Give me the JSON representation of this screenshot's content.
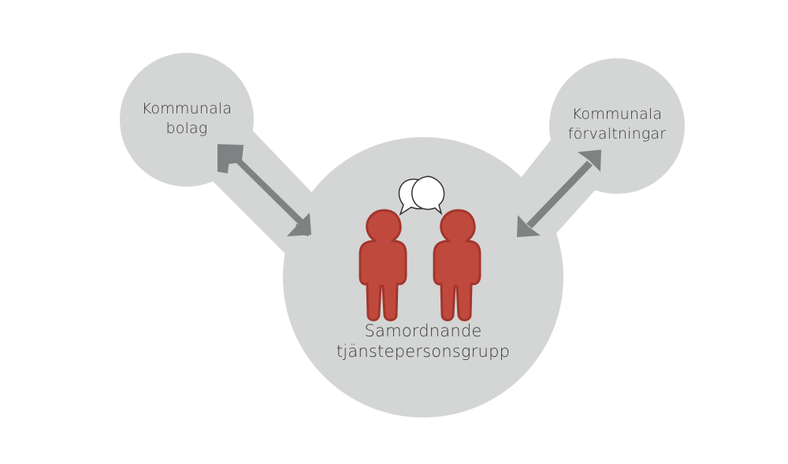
{
  "diagram": {
    "type": "hub-and-spoke relationship diagram",
    "colors": {
      "background": "#ffffff",
      "circle_fill": "#d4d5d5",
      "connector_band": "#d4d5d5",
      "arrow": "#7f8282",
      "person_fill": "#c0493d",
      "person_outline": "#a2362c",
      "speech_bubble_fill": "#ffffff",
      "speech_bubble_stroke": "#333333",
      "text": "#3a3a3a"
    },
    "nodes": {
      "left": {
        "line1": "Kommunala",
        "line2": "bolag"
      },
      "right": {
        "line1": "Kommunala",
        "line2": "förvaltningar"
      },
      "center": {
        "line1": "Samordnande",
        "line2": "tjänstepersonsgrupp"
      }
    },
    "connectors": [
      {
        "from": "left",
        "to": "center",
        "style": "double-arrow"
      },
      {
        "from": "right",
        "to": "center",
        "style": "double-arrow"
      }
    ],
    "icons": {
      "people": "two-person-icon",
      "conversation": "speech-bubbles-icon"
    }
  }
}
